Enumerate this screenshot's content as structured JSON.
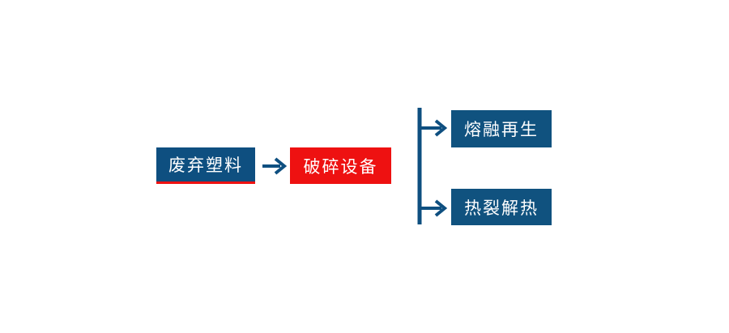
{
  "diagram": {
    "type": "flowchart",
    "orientation": "left-to-right",
    "background_color": "#ffffff",
    "colors": {
      "brand_blue": "#0e4f80",
      "node_blue": "#10527f",
      "accent_red": "#ee1111",
      "node_text": "#ffffff",
      "connector": "#0e4f80"
    },
    "nodes": [
      {
        "id": "input",
        "label": "废弃塑料",
        "shape": "rectangle",
        "fill": "#0e4f80",
        "text_color": "#ffffff",
        "accent_border": "#ee1111",
        "accent_border_side": "bottom"
      },
      {
        "id": "process",
        "label": "破碎设备",
        "shape": "rectangle",
        "fill": "#ee1111",
        "text_color": "#ffffff"
      },
      {
        "id": "output_top",
        "label": "熔融再生",
        "shape": "rectangle",
        "fill": "#10527f",
        "text_color": "#ffffff"
      },
      {
        "id": "output_bottom",
        "label": "热裂解热",
        "shape": "rectangle",
        "fill": "#10527f",
        "text_color": "#ffffff"
      }
    ],
    "connectors": [
      {
        "id": "main-arrow",
        "from": "input",
        "to": "process",
        "style": "arrow",
        "color": "#0e4f80"
      },
      {
        "id": "branch-arrow-top",
        "from": "process",
        "to": "output_top",
        "style": "bracket-arrow",
        "color": "#0e4f80"
      },
      {
        "id": "branch-arrow-bottom",
        "from": "process",
        "to": "output_bottom",
        "style": "bracket-arrow",
        "color": "#0e4f80"
      }
    ]
  }
}
